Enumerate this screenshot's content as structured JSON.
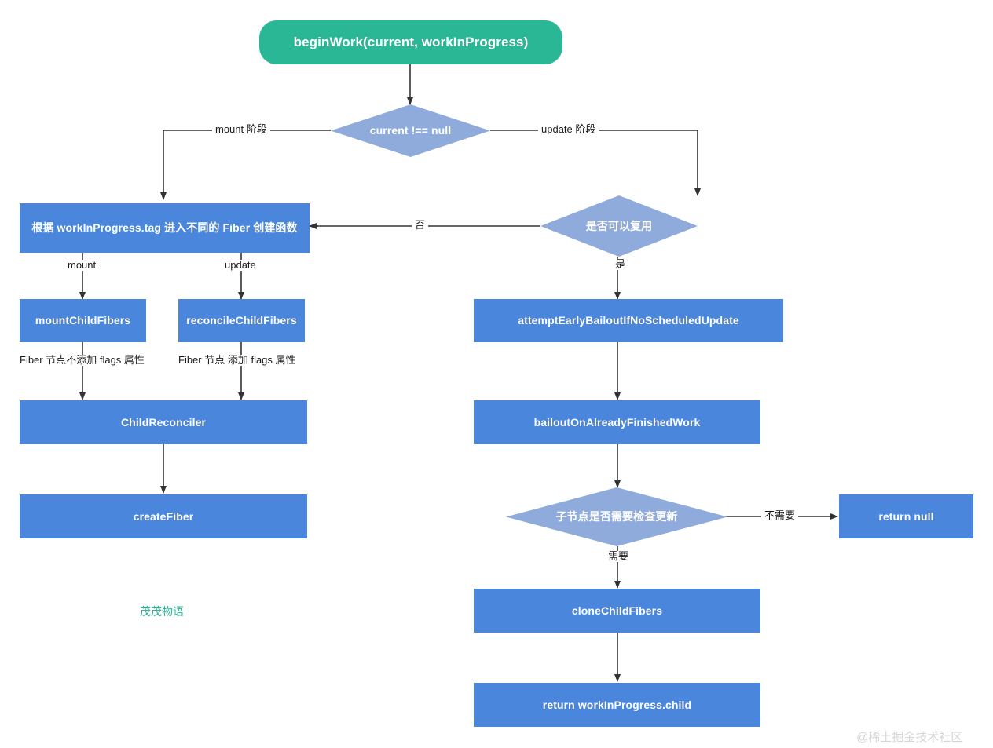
{
  "diagram": {
    "title": "beginWork flow",
    "colors": {
      "start_fill": "#2ab795",
      "process_fill": "#4a86db",
      "decision_fill": "#8fabdc",
      "edge_stroke": "#333333",
      "text_on_fill": "#ffffff",
      "label_text": "#1a1a1a",
      "background": "#ffffff"
    },
    "nodes": {
      "begin_work": "beginWork(current, workInProgress)",
      "current_not_null": "current !== null",
      "enter_fiber_create": "根据 workInProgress.tag 进入不同的 Fiber 创建函数",
      "can_reuse": "是否可以复用",
      "mount_child_fibers": "mountChildFibers",
      "reconcile_child_fibers": "reconcileChildFibers",
      "child_reconciler": "ChildReconciler",
      "create_fiber": "createFiber",
      "attempt_early_bailout": "attemptEarlyBailoutIfNoScheduledUpdate",
      "bailout_on_already_finished": "bailoutOnAlreadyFinishedWork",
      "need_check_update": "子节点是否需要检查更新",
      "return_null": "return null",
      "clone_child_fibers": "cloneChildFibers",
      "return_wip_child": "return workInProgress.child"
    },
    "edge_labels": {
      "mount_phase": "mount 阶段",
      "update_phase": "update 阶段",
      "no": "否",
      "yes": "是",
      "mount": "mount",
      "update": "update",
      "no_flags": "Fiber 节点不添加 flags 属性",
      "with_flags": "Fiber 节点 添加 flags 属性",
      "not_needed": "不需要",
      "needed": "需要"
    },
    "watermarks": {
      "brand": "茂茂物语",
      "corner": "@稀土掘金技术社区"
    }
  }
}
